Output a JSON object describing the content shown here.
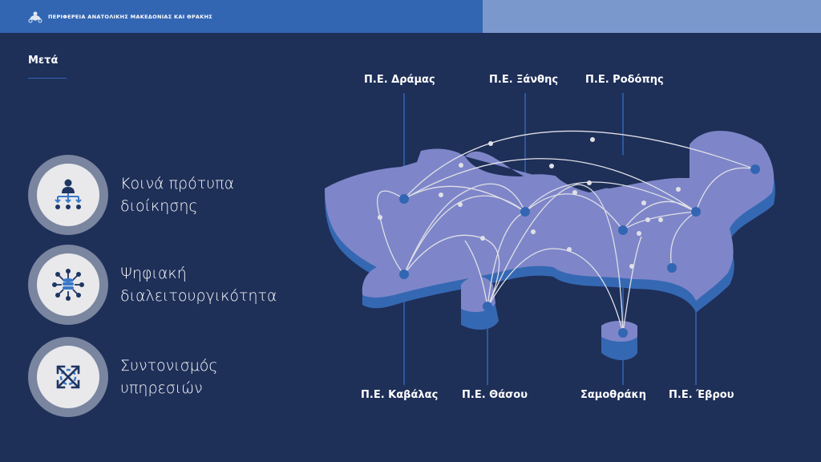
{
  "header": {
    "org_name": "ΠΕΡΙΦΕΡΕΙΑ ΑΝΑΤΟΛΙΚΗΣ ΜΑΚΕΔΟΝΙΑΣ ΚΑΙ ΘΡΑΚΗΣ",
    "logo_icon": "regional-emblem-icon",
    "colors": {
      "left_bar": "#3266b3",
      "right_bar": "#7b98cd"
    }
  },
  "section": {
    "title": "Μετά"
  },
  "features": [
    {
      "icon": "org-hierarchy-icon",
      "text": "Κοινά πρότυπα\nδιοίκησης"
    },
    {
      "icon": "database-network-icon",
      "text": "Ψηφιακή\nδιαλειτουργικότητα"
    },
    {
      "icon": "expand-arrows-icon",
      "text": "Συντονισμός\nυπηρεσιών"
    }
  ],
  "map": {
    "labels_top": [
      "Π.Ε. Δράμας",
      "Π.Ε. Ξάνθης",
      "Π.Ε. Ροδόπης"
    ],
    "labels_bottom": [
      "Π.Ε. Καβάλας",
      "Π.Ε. Θάσου",
      "Σαμοθράκη",
      "Π.Ε. Έβρου"
    ],
    "colors": {
      "land": "#7e86c9",
      "land_side": "#3568b3",
      "node": "#3266b3",
      "link": "#e0e0e6",
      "background": "#1e2f58"
    }
  }
}
